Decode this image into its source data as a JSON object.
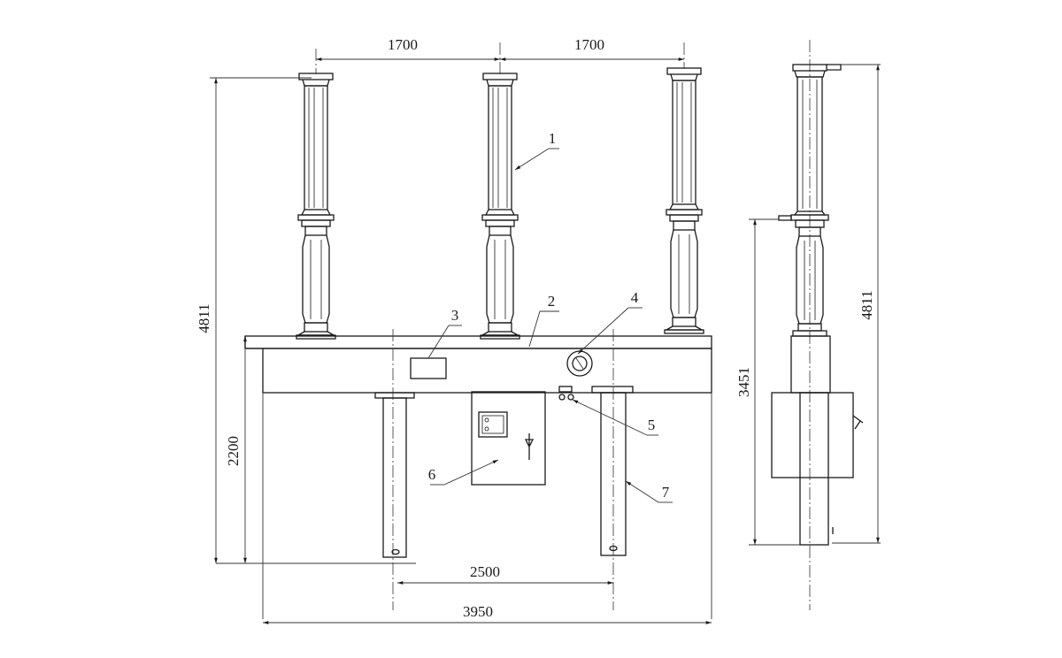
{
  "dimensions": {
    "phase_spacing_left": "1700",
    "phase_spacing_right": "1700",
    "total_height_front": "4811",
    "frame_height": "2200",
    "leg_spacing": "2500",
    "overall_width": "3950",
    "total_height_side": "4811",
    "side_height": "3451"
  },
  "callouts": [
    "1",
    "2",
    "3",
    "4",
    "5",
    "6",
    "7"
  ]
}
